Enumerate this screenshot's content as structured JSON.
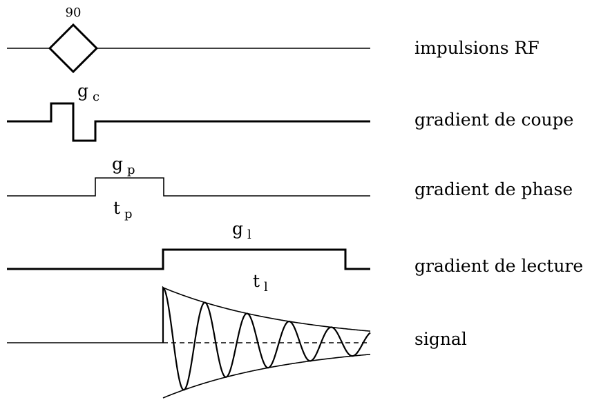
{
  "rows": {
    "rf": {
      "label": "impulsions RF",
      "flip_angle": "90"
    },
    "slice": {
      "label": "gradient de coupe",
      "gradient_symbol": "g",
      "gradient_subscript": "c"
    },
    "phase": {
      "label": "gradient de phase",
      "gradient_symbol": "g",
      "gradient_subscript": "p",
      "time_symbol": "t",
      "time_subscript": "p"
    },
    "read": {
      "label": "gradient de lecture",
      "gradient_symbol": "g",
      "gradient_subscript": "l",
      "time_symbol": "t",
      "time_subscript": "l"
    },
    "signal": {
      "label": "signal"
    }
  }
}
